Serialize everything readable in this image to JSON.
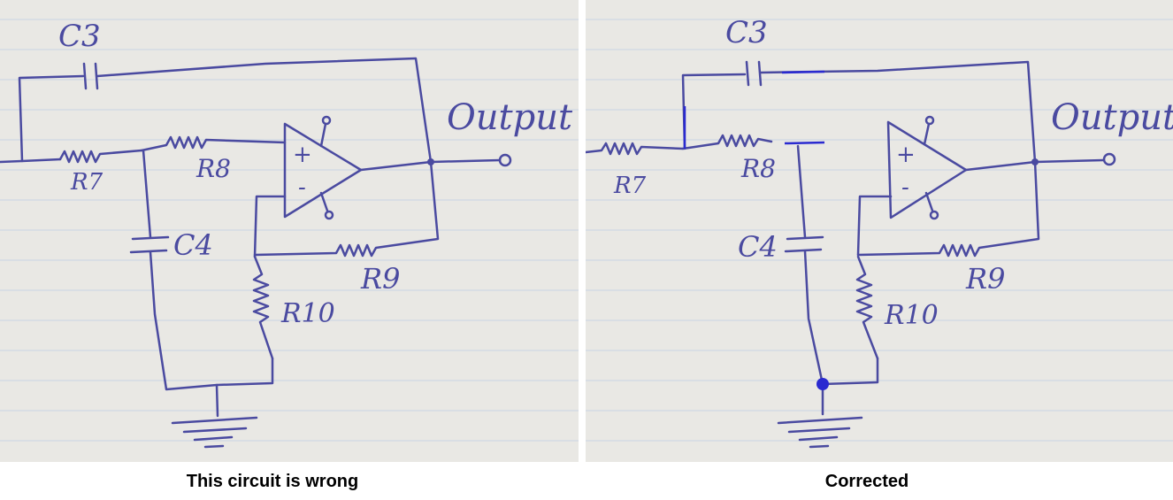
{
  "panels": [
    {
      "id": "wrong",
      "caption": "This circuit is wrong",
      "labels": {
        "c3": "C3",
        "r7": "R7",
        "r8": "R8",
        "c4": "C4",
        "r9": "R9",
        "r10": "R10",
        "output": "Output",
        "plus": "+",
        "minus": "-"
      }
    },
    {
      "id": "corrected",
      "caption": "Corrected",
      "labels": {
        "c3": "C3",
        "r7": "R7",
        "r8": "R8",
        "c4": "C4",
        "r9": "R9",
        "r10": "R10",
        "output": "Output",
        "plus": "+",
        "minus": "-"
      }
    }
  ],
  "colors": {
    "ink": "#4a4aa0",
    "highlight": "#2a2ad0",
    "paper": "#e9e8e4",
    "ruled_line": "#c9d4e4"
  }
}
